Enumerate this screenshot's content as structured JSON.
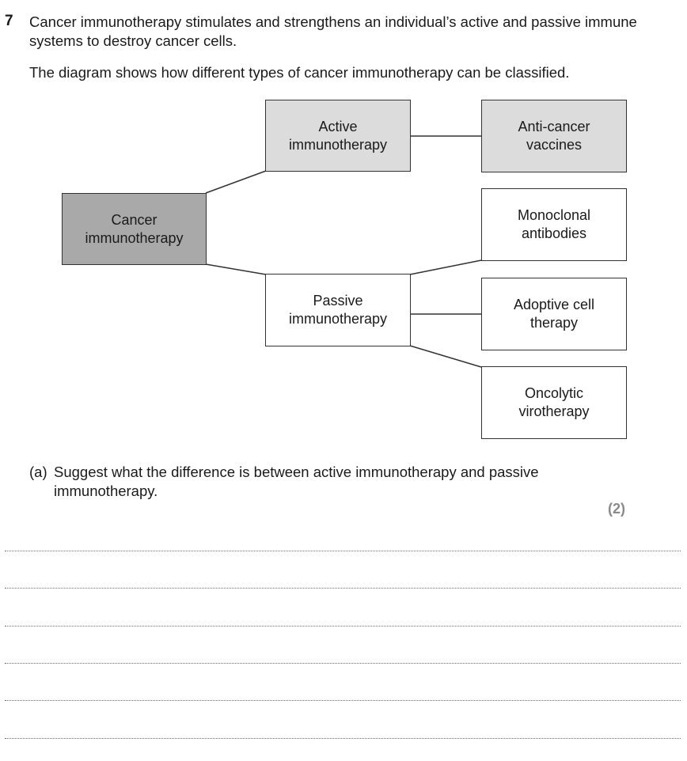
{
  "question": {
    "number": "7",
    "intro": "Cancer immunotherapy stimulates and strengthens an individual’s active and passive immune systems to destroy cancer cells.",
    "diagram_intro": "The diagram shows how different types of cancer immunotherapy can be classified."
  },
  "diagram": {
    "root": "Cancer immunotherapy",
    "active": "Active immunotherapy",
    "passive": "Passive immunotherapy",
    "anti_cancer_vaccines": "Anti-cancer vaccines",
    "monoclonal_antibodies": "Monoclonal antibodies",
    "adoptive_cell_therapy": "Adoptive cell therapy",
    "oncolytic_virotherapy": "Oncolytic virotherapy"
  },
  "part_a": {
    "label": "(a)",
    "text": "Suggest what the difference is between active immunotherapy and passive immunotherapy.",
    "marks": "(2)"
  }
}
